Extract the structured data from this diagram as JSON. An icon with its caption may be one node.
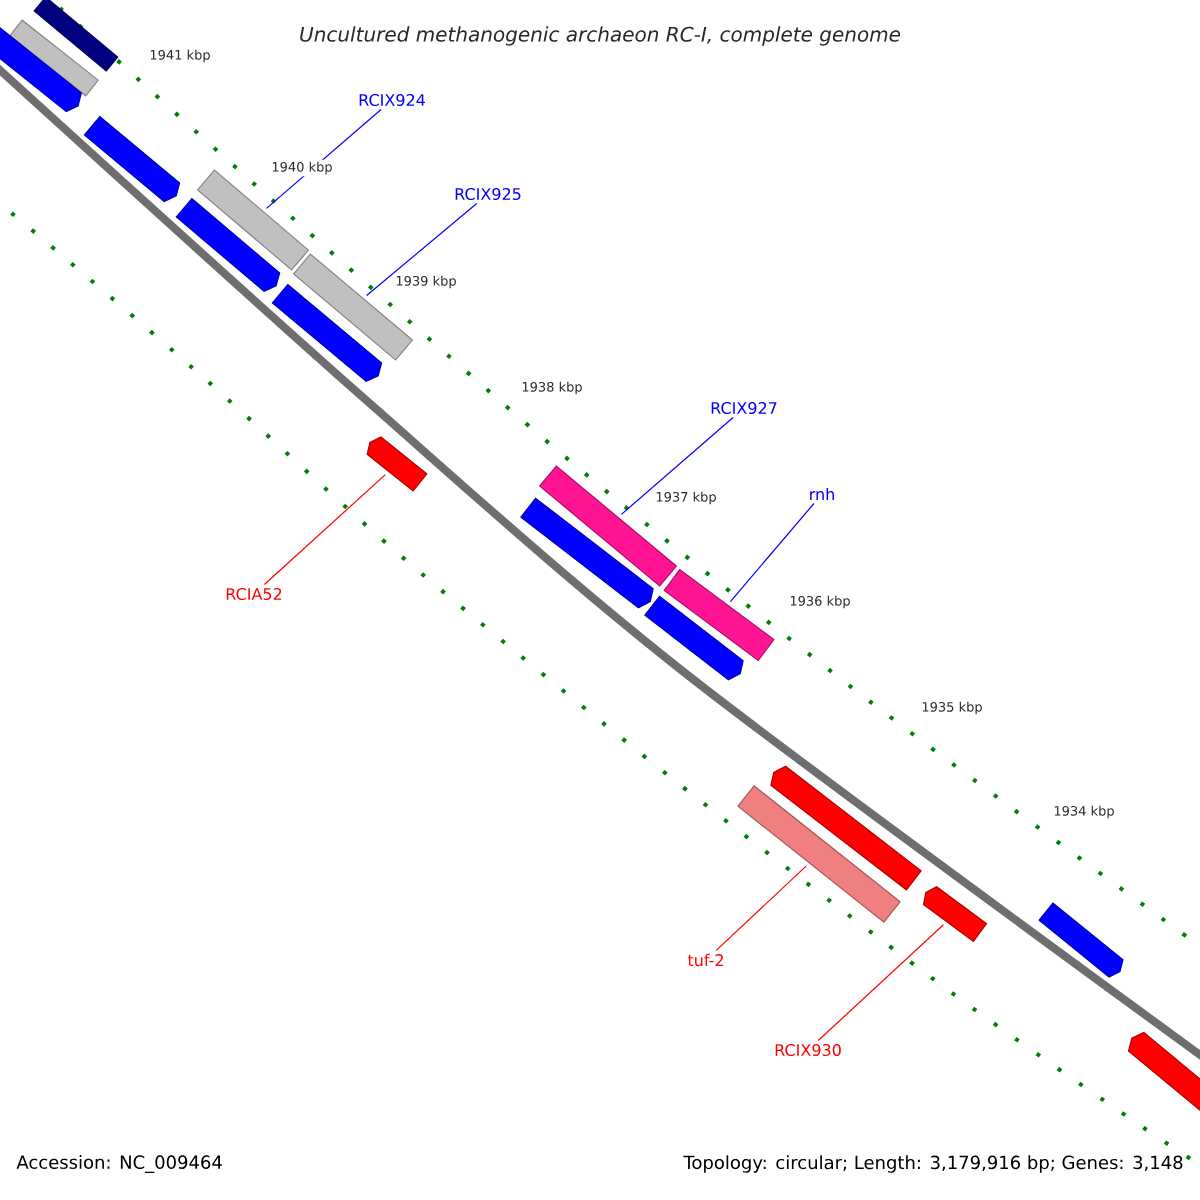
{
  "diagram": {
    "title": "Uncultured methanogenic archaeon RC-I, complete genome",
    "nodes": [
      {
        "text": [
          "RCIX924"
        ]
      },
      {
        "text": [],
        "shape": "bar"
      },
      {
        "text": [
          "RCIX925"
        ]
      },
      {
        "text": [],
        "shape": "bar"
      },
      {
        "text": [
          "RCIX927"
        ]
      },
      {
        "text": [],
        "shape": "bar"
      },
      {
        "text": [
          "rnh"
        ]
      },
      {
        "text": [],
        "shape": "bar"
      },
      {
        "text": [
          "RCIA52"
        ]
      },
      {
        "text": [],
        "shape": "bar"
      },
      {
        "text": [
          "tuf-2"
        ]
      },
      {
        "text": [],
        "shape": "bar"
      },
      {
        "text": [
          "RCIX930"
        ]
      },
      {
        "text": [],
        "shape": "bar"
      },
      {
        "text": [],
        "shape": "bar"
      },
      {
        "text": [],
        "shape": "bar"
      },
      {
        "text": [],
        "shape": "bar"
      },
      {
        "text": [],
        "shape": "bar"
      },
      {
        "text": [],
        "shape": "bar"
      },
      {
        "text": [],
        "shape": "bar"
      },
      {
        "text": [],
        "shape": "bar"
      },
      {
        "text": [],
        "shape": "bar"
      },
      {
        "text": [],
        "shape": "bar"
      },
      {
        "text": [],
        "shape": "bar"
      },
      {
        "text": [],
        "shape": "bar"
      }
    ],
    "edges": [
      {
        "from": 0,
        "to": 1,
        "arrow": "none"
      },
      {
        "from": 2,
        "to": 3,
        "arrow": "none"
      },
      {
        "from": 4,
        "to": 5,
        "arrow": "none"
      },
      {
        "from": 6,
        "to": 7,
        "arrow": "none"
      },
      {
        "from": 8,
        "to": 9,
        "arrow": "none",
        "color": "#ff0000"
      },
      {
        "from": 10,
        "to": 11,
        "arrow": "none",
        "color": "#ff0000"
      },
      {
        "from": 12,
        "to": 13,
        "arrow": "none",
        "color": "#ff0000"
      }
    ],
    "labels": [
      "1941 kbp",
      "1940 kbp",
      "1939 kbp",
      "1938 kbp",
      "1937 kbp",
      "1936 kbp",
      "1935 kbp",
      "1934 kbp",
      "Accession: NC_009464",
      "Topology: circular; Length: 3,179,916 bp; Genes: 3,148"
    ]
  }
}
